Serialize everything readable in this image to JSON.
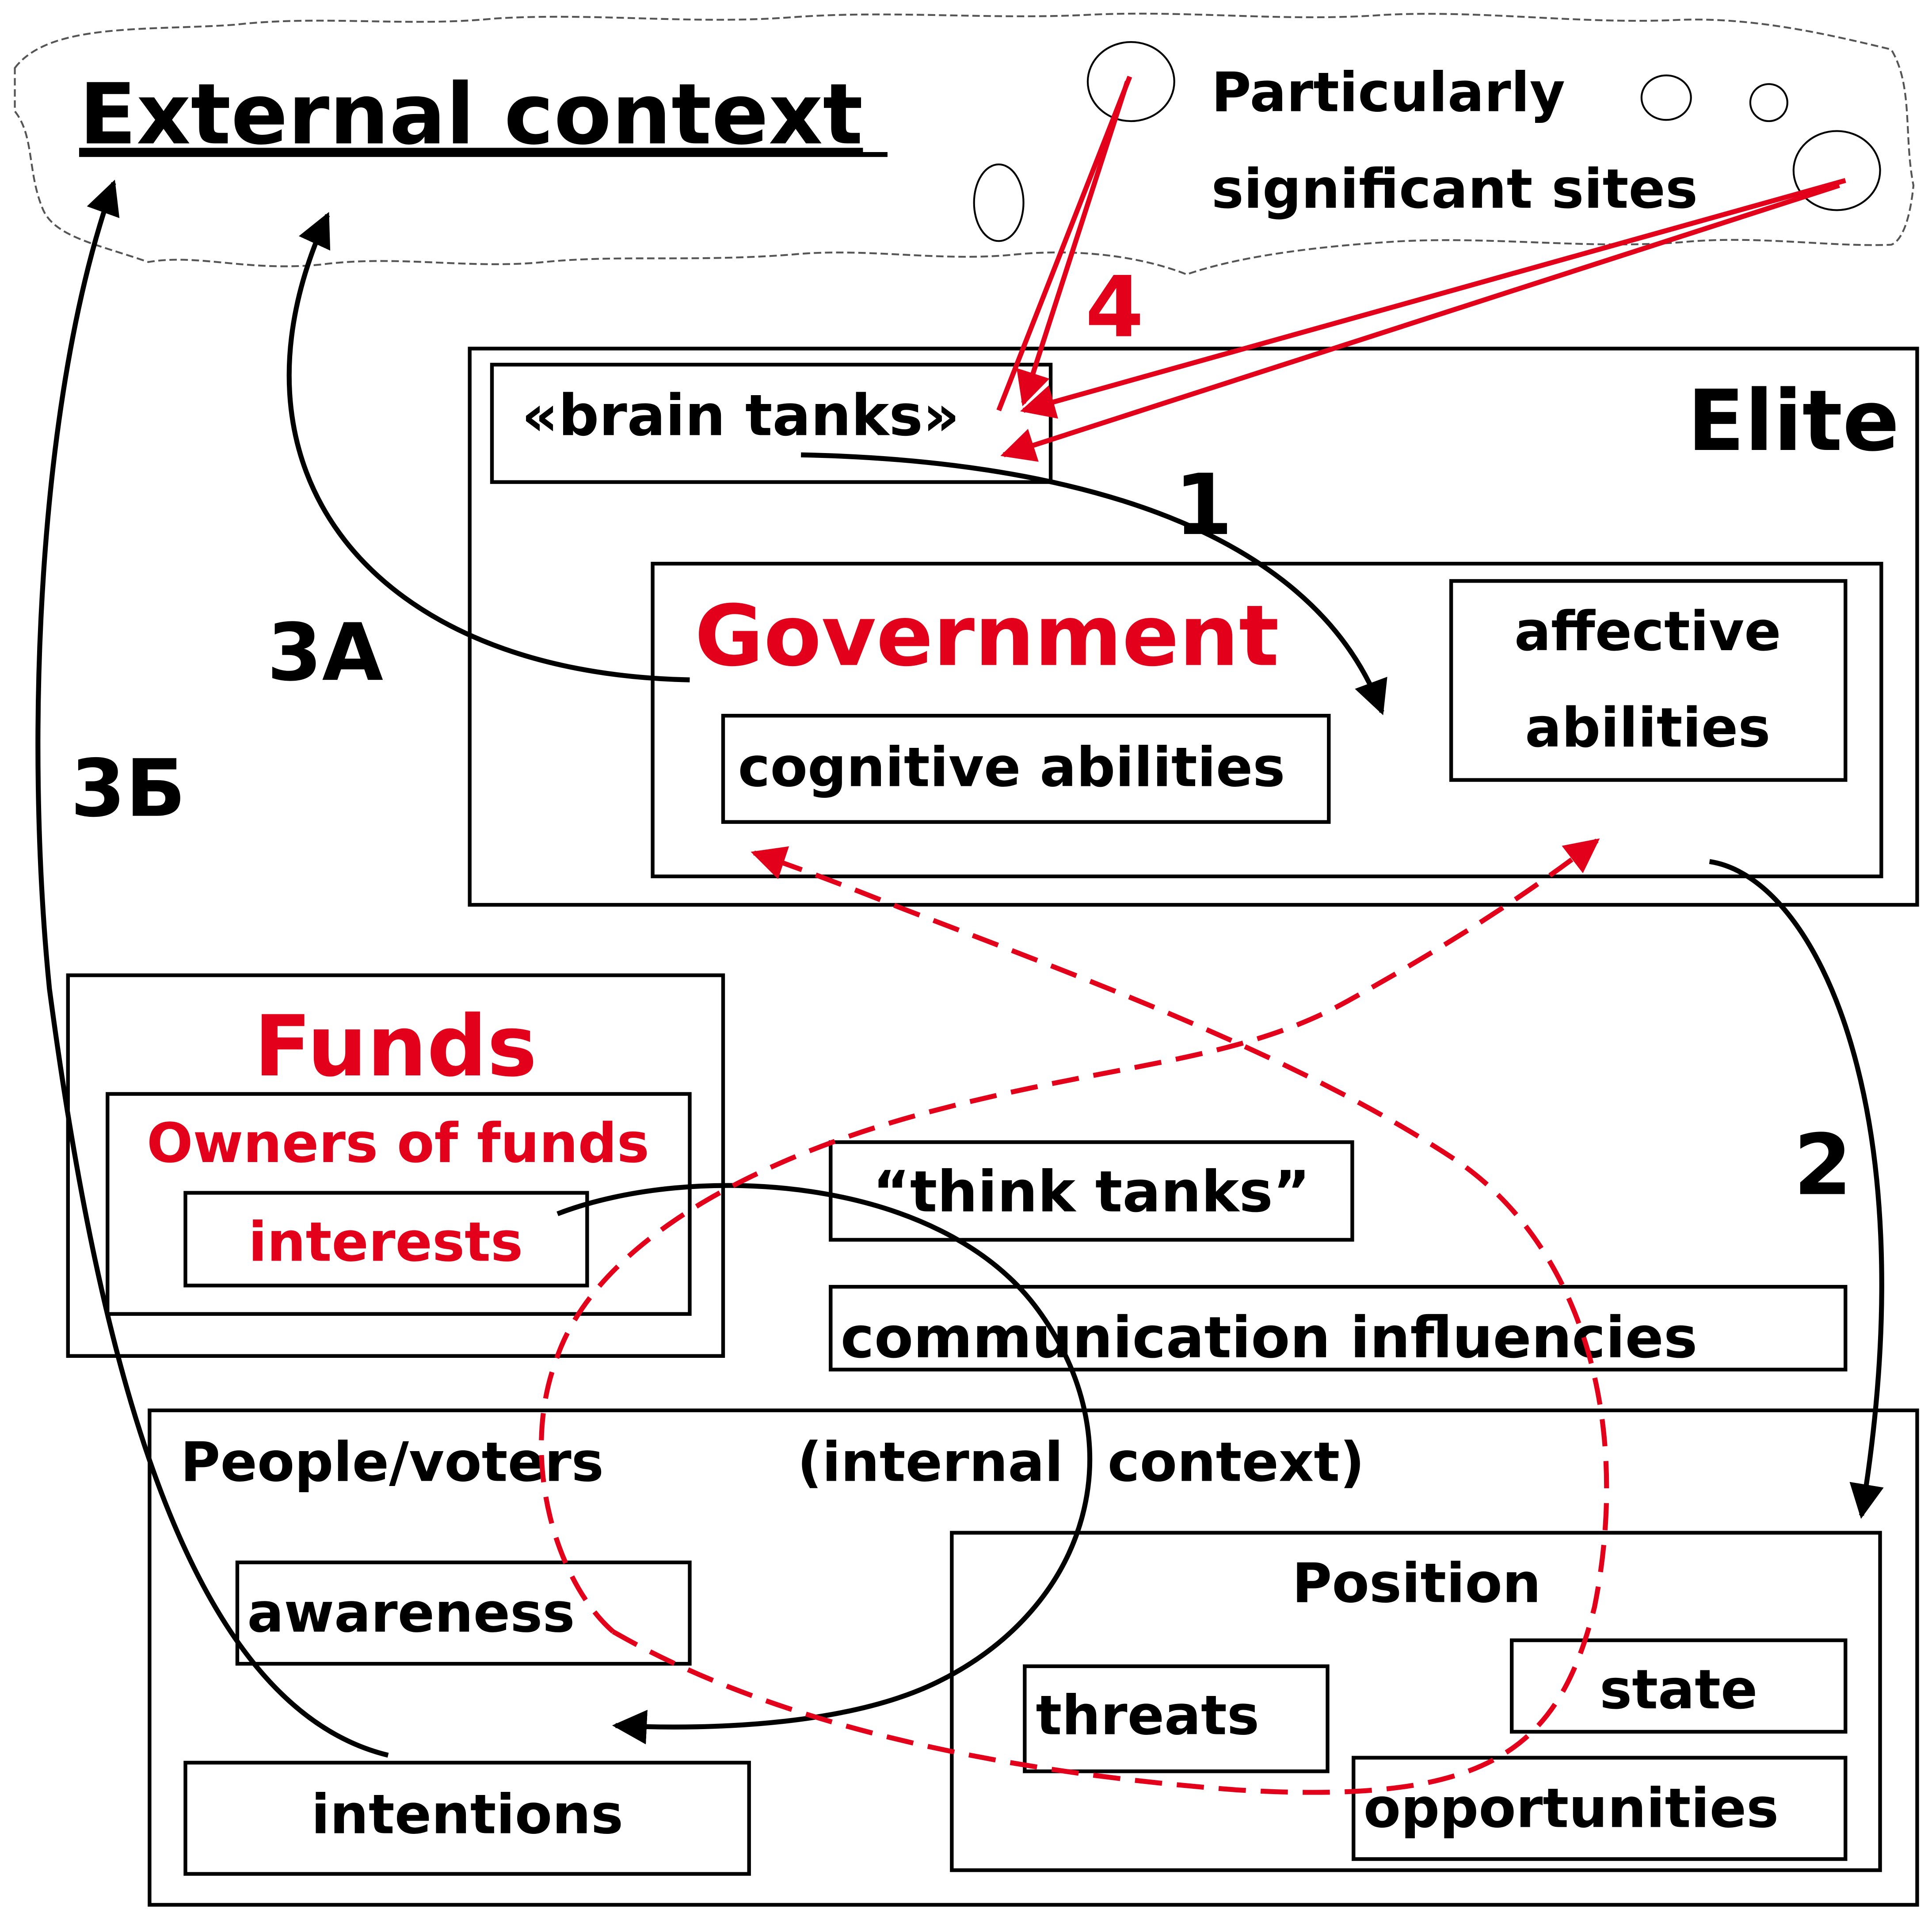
{
  "colors": {
    "red": "#e2001a",
    "black": "#000000"
  },
  "external": {
    "title": "External context",
    "sites_line1": "Particularly",
    "sites_line2": "significant sites"
  },
  "elite": {
    "title": "Elite",
    "brain_tanks": "«brain tanks»",
    "government": "Government",
    "cognitive": "cognitive abilities",
    "affective_line1": "affective",
    "affective_line2": "abilities"
  },
  "funds": {
    "title": "Funds",
    "owners": "Owners of funds",
    "interests": "interests"
  },
  "middle": {
    "think_tanks": "“think tanks”",
    "communication": "communication influencies"
  },
  "people": {
    "title": "People/voters",
    "internal_part1": "(internal",
    "internal_part2": "context)",
    "awareness": "awareness",
    "intentions": "intentions",
    "position_title": "Position",
    "threats": "threats",
    "state": "state",
    "opportunities": "opportunities"
  },
  "arrows": {
    "a1": "1",
    "a2": "2",
    "a3a": "3A",
    "a3b": "3Б",
    "a4": "4"
  }
}
